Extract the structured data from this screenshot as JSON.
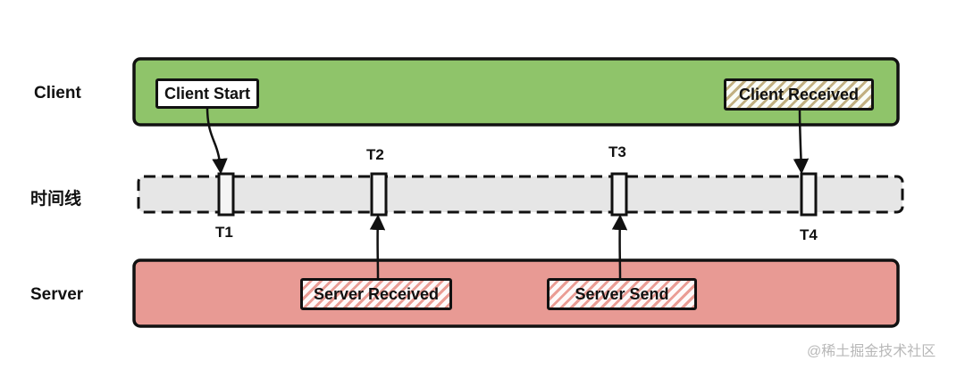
{
  "rows": {
    "client_label": "Client",
    "timeline_label": "时间线",
    "server_label": "Server"
  },
  "events": {
    "client_start": "Client Start",
    "client_received": "Client Received",
    "server_received": "Server Received",
    "server_send": "Server Send"
  },
  "ticks": {
    "t1": "T1",
    "t2": "T2",
    "t3": "T3",
    "t4": "T4"
  },
  "colors": {
    "client_fill": "#8fc46a",
    "timeline_fill": "#e6e6e6",
    "server_fill": "#e89a94",
    "stroke": "#111111"
  },
  "watermark": "@稀土掘金技术社区"
}
